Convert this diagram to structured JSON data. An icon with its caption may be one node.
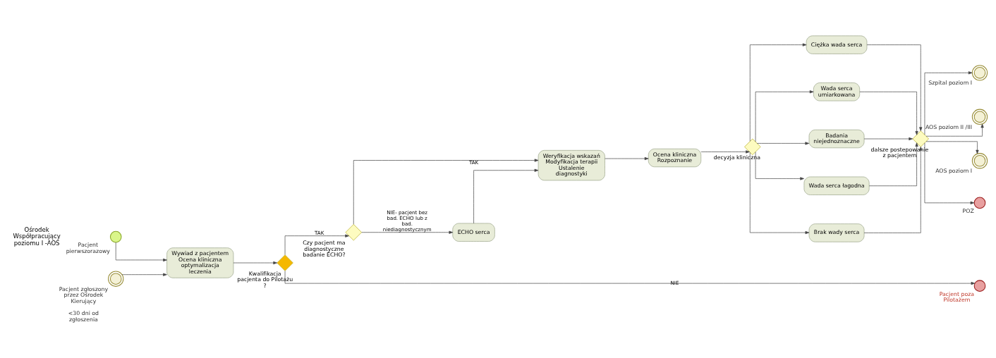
{
  "diagram": {
    "nodes": [
      {
        "text": [],
        "shape": "circle",
        "beside": [
          "Pacjent pierwszorazowy"
        ]
      },
      {
        "text": [],
        "shape": "circle",
        "beside": [
          "Pacjent zgłoszony przez Ośrodek Kierujący",
          "<30 dni od zgłoszenia"
        ]
      },
      {
        "text": [
          "Wywiad z pacjentem Ocena kliniczna optymalizacja leczenia"
        ]
      },
      {
        "text": [],
        "shape": "diamond",
        "beside": [
          "Kwalifikacja pacjenta do Pilotażu ?"
        ]
      },
      {
        "text": [],
        "shape": "diamond",
        "beside": [
          "Czy pacjent ma diagnostyczne badanie ECHO?"
        ]
      },
      {
        "text": [
          "Weryfikacja wskazań Modyfikacja terapii Ustalenie diagnostyki"
        ]
      },
      {
        "text": [
          "ECHO serca"
        ]
      },
      {
        "text": [
          "Ocena kliniczna Rozpoznanie"
        ]
      },
      {
        "text": [],
        "shape": "diamond",
        "beside": [
          "decyzja kliniczna"
        ]
      },
      {
        "text": [
          "Ciężka wada serca"
        ]
      },
      {
        "text": [
          "Wada serca umiarkowana"
        ]
      },
      {
        "text": [
          "Badania niejednoznaczne"
        ]
      },
      {
        "text": [
          "Wada serca łagodna"
        ]
      },
      {
        "text": [
          "Brak wady serca"
        ]
      },
      {
        "text": [],
        "shape": "diamond",
        "beside": [
          "dalsze postepowanie z pacjentem"
        ]
      },
      {
        "text": [],
        "shape": "circle",
        "beside": [
          "Szpital poziom I"
        ]
      },
      {
        "text": [],
        "shape": "circle",
        "beside": [
          "AOS poziom II /III"
        ]
      },
      {
        "text": [],
        "shape": "circle",
        "beside": [
          "AOS poziom I"
        ]
      },
      {
        "text": [],
        "shape": "circle",
        "beside": [
          "POZ"
        ]
      },
      {
        "text": [],
        "shape": "circle",
        "beside": [
          "Pacjent poza Pilotażem"
        ]
      }
    ],
    "edges": [
      {
        "from": 0,
        "to": 2,
        "arrow": "to"
      },
      {
        "from": 1,
        "to": 2,
        "arrow": "to"
      },
      {
        "from": 2,
        "to": 3,
        "arrow": "to"
      },
      {
        "from": 3,
        "to": 4,
        "arrow": "to",
        "label": "TAK"
      },
      {
        "from": 4,
        "to": 5,
        "arrow": "to",
        "label": "TAK"
      },
      {
        "from": 4,
        "to": 6,
        "arrow": "to",
        "label": "NIE- pacjent bez bad. ECHO lub z bad. niediagnostycznym"
      },
      {
        "from": 6,
        "to": 5,
        "arrow": "to"
      },
      {
        "from": 5,
        "to": 7,
        "arrow": "to"
      },
      {
        "from": 7,
        "to": 8,
        "arrow": "to"
      },
      {
        "from": 8,
        "to": 9,
        "arrow": "to"
      },
      {
        "from": 8,
        "to": 10,
        "arrow": "to"
      },
      {
        "from": 8,
        "to": 11,
        "arrow": "to"
      },
      {
        "from": 8,
        "to": 12,
        "arrow": "to"
      },
      {
        "from": 8,
        "to": 13,
        "arrow": "to"
      },
      {
        "from": 9,
        "to": 14,
        "arrow": "to"
      },
      {
        "from": 10,
        "to": 14,
        "arrow": "to"
      },
      {
        "from": 11,
        "to": 14,
        "arrow": "to"
      },
      {
        "from": 12,
        "to": 14,
        "arrow": "to"
      },
      {
        "from": 13,
        "to": 14,
        "arrow": "to"
      },
      {
        "from": 14,
        "to": 15,
        "arrow": "to"
      },
      {
        "from": 14,
        "to": 16,
        "arrow": "to"
      },
      {
        "from": 14,
        "to": 17,
        "arrow": "to"
      },
      {
        "from": 14,
        "to": 18,
        "arrow": "to"
      },
      {
        "from": 3,
        "to": 19,
        "arrow": "to",
        "label": "NIE"
      }
    ],
    "labels": [
      "Ośrodek Współpracujący poziomu I -AOS"
    ]
  }
}
